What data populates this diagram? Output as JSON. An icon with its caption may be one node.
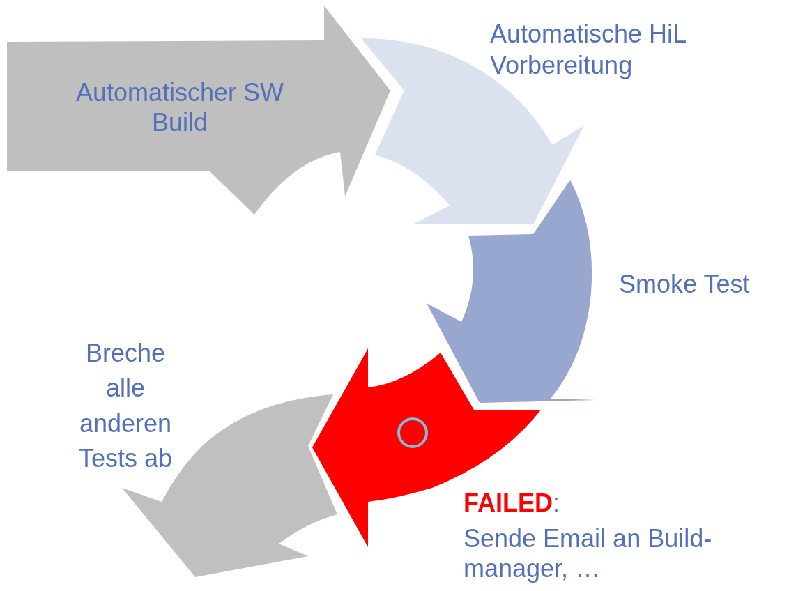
{
  "diagram": {
    "nodes": [
      {
        "text": [
          "Automatischer SW Build"
        ]
      },
      {
        "text": [],
        "shape": "arrow",
        "beside": [
          "Automatische HiL Vorbereitung"
        ]
      },
      {
        "text": [],
        "shape": "arrow",
        "beside": [
          "Smoke Test"
        ]
      },
      {
        "text": [],
        "shape": "arrow",
        "beside": [
          "**FAILED**:",
          "Sende Email an Build-manager, …"
        ]
      },
      {
        "text": [],
        "shape": "arrow",
        "beside": [
          "Breche alle anderen Tests ab"
        ]
      }
    ]
  }
}
